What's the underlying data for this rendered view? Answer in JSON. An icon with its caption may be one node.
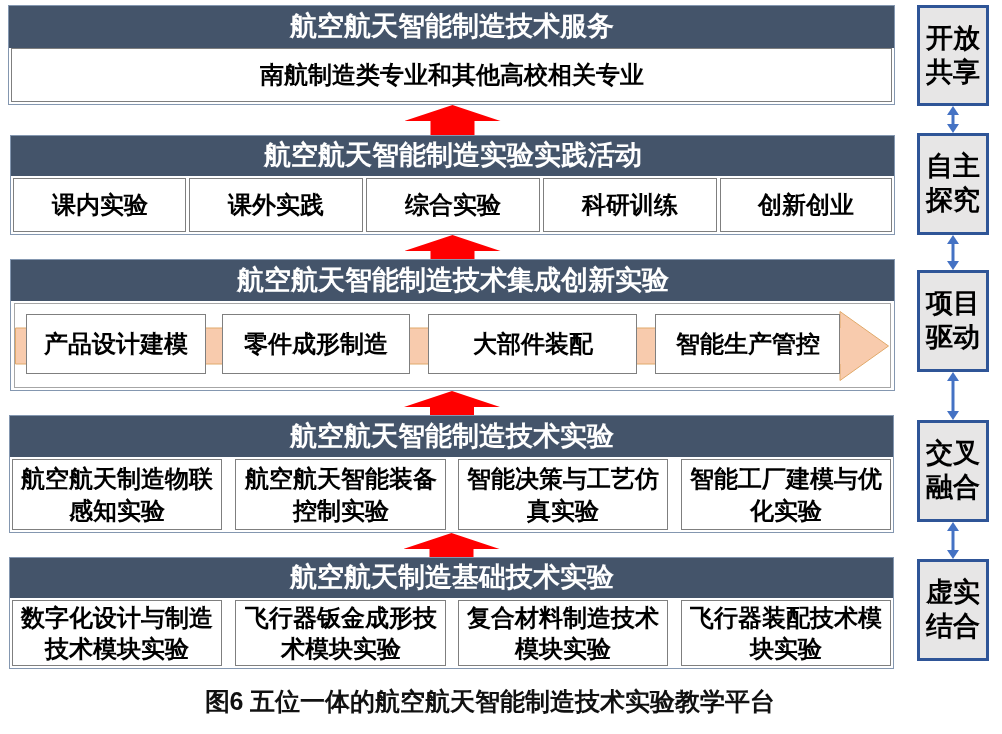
{
  "diagram": {
    "caption": "图6 五位一体的航空航天智能制造技术实验教学平台",
    "nodes": [
      {
        "text": [
          "航空航天智能制造技术服务"
        ]
      },
      {
        "text": [
          "南航制造类专业和其他高校相关专业"
        ],
        "in": 0
      },
      {
        "text": [
          "航空航天智能制造实验实践活动"
        ]
      },
      {
        "text": [
          "课内实验"
        ],
        "in": 2
      },
      {
        "text": [
          "课外实践"
        ],
        "in": 2
      },
      {
        "text": [
          "综合实验"
        ],
        "in": 2
      },
      {
        "text": [
          "科研训练"
        ],
        "in": 2
      },
      {
        "text": [
          "创新创业"
        ],
        "in": 2
      },
      {
        "text": [
          "航空航天智能制造技术集成创新实验"
        ]
      },
      {
        "text": [
          "产品设计建模"
        ],
        "in": 8
      },
      {
        "text": [
          "零件成形制造"
        ],
        "in": 8
      },
      {
        "text": [
          "大部件装配"
        ],
        "in": 8
      },
      {
        "text": [
          "智能生产管控"
        ],
        "in": 8
      },
      {
        "text": [
          "航空航天智能制造技术实验"
        ]
      },
      {
        "text": [
          "航空航天制造物联感知实验"
        ],
        "in": 13
      },
      {
        "text": [
          "航空航天智能装备控制实验"
        ],
        "in": 13
      },
      {
        "text": [
          "智能决策与工艺仿真实验"
        ],
        "in": 13
      },
      {
        "text": [
          "智能工厂建模与优化实验"
        ],
        "in": 13
      },
      {
        "text": [
          "航空航天制造基础技术实验"
        ]
      },
      {
        "text": [
          "数字化设计与制造技术模块实验"
        ],
        "in": 18
      },
      {
        "text": [
          "飞行器钣金成形技术模块实验"
        ],
        "in": 18
      },
      {
        "text": [
          "复合材料制造技术模块实验"
        ],
        "in": 18
      },
      {
        "text": [
          "飞行器装配技术模块实验"
        ],
        "in": 18
      },
      {
        "text": [
          "开放共享"
        ]
      },
      {
        "text": [
          "自主探究"
        ]
      },
      {
        "text": [
          "项目驱动"
        ]
      },
      {
        "text": [
          "交叉融合"
        ]
      },
      {
        "text": [
          "虚实结合"
        ]
      }
    ],
    "edges": [
      {
        "from": 2,
        "to": 0,
        "arrow": "to",
        "style": "thick",
        "color": "#ff0000"
      },
      {
        "from": 8,
        "to": 2,
        "arrow": "to",
        "style": "thick",
        "color": "#ff0000"
      },
      {
        "from": 13,
        "to": 8,
        "arrow": "to",
        "style": "thick",
        "color": "#ff0000"
      },
      {
        "from": 18,
        "to": 13,
        "arrow": "to",
        "style": "thick",
        "color": "#ff0000"
      },
      {
        "from": 23,
        "to": 24,
        "arrow": "both",
        "color": "#4472c4"
      },
      {
        "from": 24,
        "to": 25,
        "arrow": "both",
        "color": "#4472c4"
      },
      {
        "from": 25,
        "to": 26,
        "arrow": "both",
        "color": "#4472c4"
      },
      {
        "from": 26,
        "to": 27,
        "arrow": "both",
        "color": "#4472c4"
      }
    ]
  }
}
